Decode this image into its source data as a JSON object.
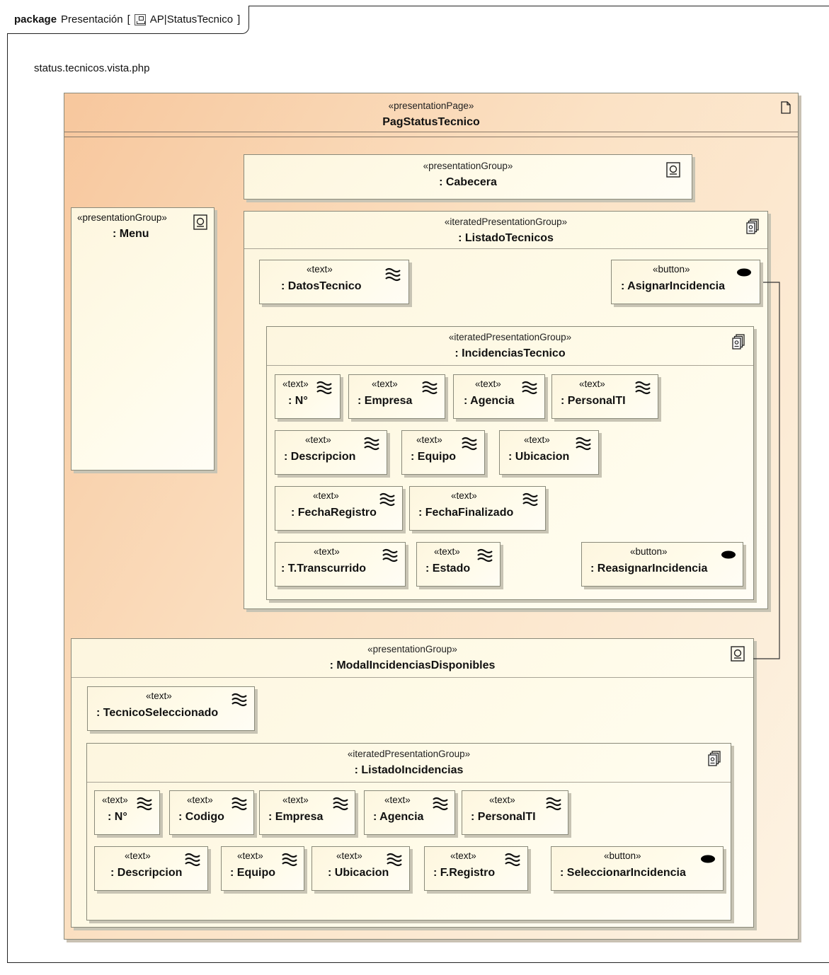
{
  "frame": {
    "keyword": "package",
    "name": "Presentación",
    "bracket_open": "[",
    "diagram_ref": "AP|StatusTecnico",
    "bracket_close": "]"
  },
  "file_name": "status.tecnicos.vista.php",
  "page": {
    "stereotype": "«presentationPage»",
    "name": "PagStatusTecnico"
  },
  "groups": {
    "cabecera": {
      "stereotype": "«presentationGroup»",
      "name": ": Cabecera"
    },
    "menu": {
      "stereotype": "«presentationGroup»",
      "name": ": Menu"
    },
    "listado_tecnicos": {
      "stereotype": "«iteratedPresentationGroup»",
      "name": ": ListadoTecnicos"
    },
    "incidencias_tecnico": {
      "stereotype": "«iteratedPresentationGroup»",
      "name": ": IncidenciasTecnico"
    },
    "modal": {
      "stereotype": "«presentationGroup»",
      "name": ": ModalIncidenciasDisponibles"
    },
    "listado_incidencias": {
      "stereotype": "«iteratedPresentationGroup»",
      "name": ": ListadoIncidencias"
    }
  },
  "elements": {
    "datos_tecnico": {
      "stereotype": "«text»",
      "name": ": DatosTecnico"
    },
    "asignar_incidencia": {
      "stereotype": "«button»",
      "name": ": AsignarIncidencia"
    },
    "it_n": {
      "stereotype": "«text»",
      "name": ": N°"
    },
    "it_empresa": {
      "stereotype": "«text»",
      "name": ": Empresa"
    },
    "it_agencia": {
      "stereotype": "«text»",
      "name": ": Agencia"
    },
    "it_personalti": {
      "stereotype": "«text»",
      "name": ": PersonalTI"
    },
    "it_descripcion": {
      "stereotype": "«text»",
      "name": ": Descripcion"
    },
    "it_equipo": {
      "stereotype": "«text»",
      "name": ": Equipo"
    },
    "it_ubicacion": {
      "stereotype": "«text»",
      "name": ": Ubicacion"
    },
    "it_fecharegistro": {
      "stereotype": "«text»",
      "name": ": FechaRegistro"
    },
    "it_fechafinalizado": {
      "stereotype": "«text»",
      "name": ": FechaFinalizado"
    },
    "it_ttranscurrido": {
      "stereotype": "«text»",
      "name": ": T.Transcurrido"
    },
    "it_estado": {
      "stereotype": "«text»",
      "name": ": Estado"
    },
    "reasignar_incidencia": {
      "stereotype": "«button»",
      "name": ": ReasignarIncidencia"
    },
    "tecnico_seleccionado": {
      "stereotype": "«text»",
      "name": ": TecnicoSeleccionado"
    },
    "li_n": {
      "stereotype": "«text»",
      "name": ": N°"
    },
    "li_codigo": {
      "stereotype": "«text»",
      "name": ": Codigo"
    },
    "li_empresa": {
      "stereotype": "«text»",
      "name": ": Empresa"
    },
    "li_agencia": {
      "stereotype": "«text»",
      "name": ": Agencia"
    },
    "li_personalti": {
      "stereotype": "«text»",
      "name": ": PersonalTI"
    },
    "li_descripcion": {
      "stereotype": "«text»",
      "name": ": Descripcion"
    },
    "li_equipo": {
      "stereotype": "«text»",
      "name": ": Equipo"
    },
    "li_ubicacion": {
      "stereotype": "«text»",
      "name": ": Ubicacion"
    },
    "li_fregistro": {
      "stereotype": "«text»",
      "name": ": F.Registro"
    },
    "seleccionar_incidencia": {
      "stereotype": "«button»",
      "name": ": SeleccionarIncidencia"
    }
  }
}
